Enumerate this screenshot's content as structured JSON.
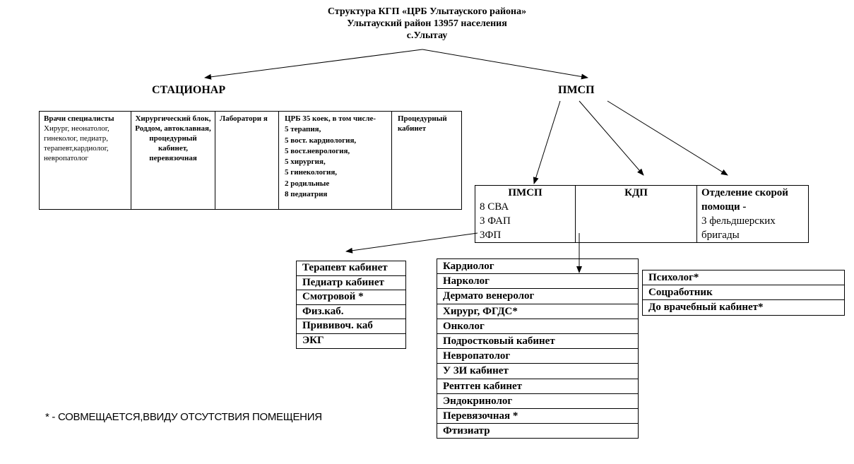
{
  "header": {
    "line1": "Структура КГП «ЦРБ Улытауского района»",
    "line2": "Улытауский район 13957 населения",
    "line3": "с.Улытау"
  },
  "stacionar": {
    "title": "СТАЦИОНАР",
    "col1_title": "Врачи специалисты",
    "col1_body": "Хирург, неонатолог, гинеколог, педиатр, терапевт,кардиолог, невропатолог",
    "col2": "Хирургический блок, Роддом, автоклавная, процедурный кабинет, перевязочная",
    "col3": "Лаборатори я",
    "col4_title": "ЦРБ 35 коек, в том числе-",
    "col4_items": [
      "5 терапия,",
      "5 вост. кардиология,",
      "5 вост.неврология,",
      "5 хирургия,",
      "5 гинекология,",
      "2 родильные",
      "8 педиатрия"
    ],
    "col5": "Процедурный кабинет"
  },
  "pmsp": {
    "title": "ПМСП",
    "box1_title": "ПМСП",
    "box1_items": [
      "8 СВА",
      "3 ФАП",
      "3ФП"
    ],
    "box2_title": "КДП",
    "box3_title": "Отделение скорой помощи -",
    "box3_body": "3 фельдшерских бригады"
  },
  "list_left": [
    "Терапевт кабинет",
    "Педиатр кабинет",
    "Смотровой *",
    "Физ.каб.",
    "Прививоч. каб",
    "ЭКГ"
  ],
  "list_mid": [
    "Кардиолог",
    "Нарколог",
    "Дермато венеролог",
    "Хирург, ФГДС*",
    "Онколог",
    "Подростковый кабинет",
    "Невропатолог",
    "У ЗИ кабинет",
    "Рентген кабинет",
    "Эндокринолог",
    "Перевязочная *",
    "Фтизиатр"
  ],
  "list_right": [
    "Психолог*",
    "Соцработник",
    "До врачебный кабинет*"
  ],
  "footnote": "* - СОВМЕЩАЕТСЯ,ВВИДУ ОТСУТСТВИЯ ПОМЕЩЕНИЯ"
}
